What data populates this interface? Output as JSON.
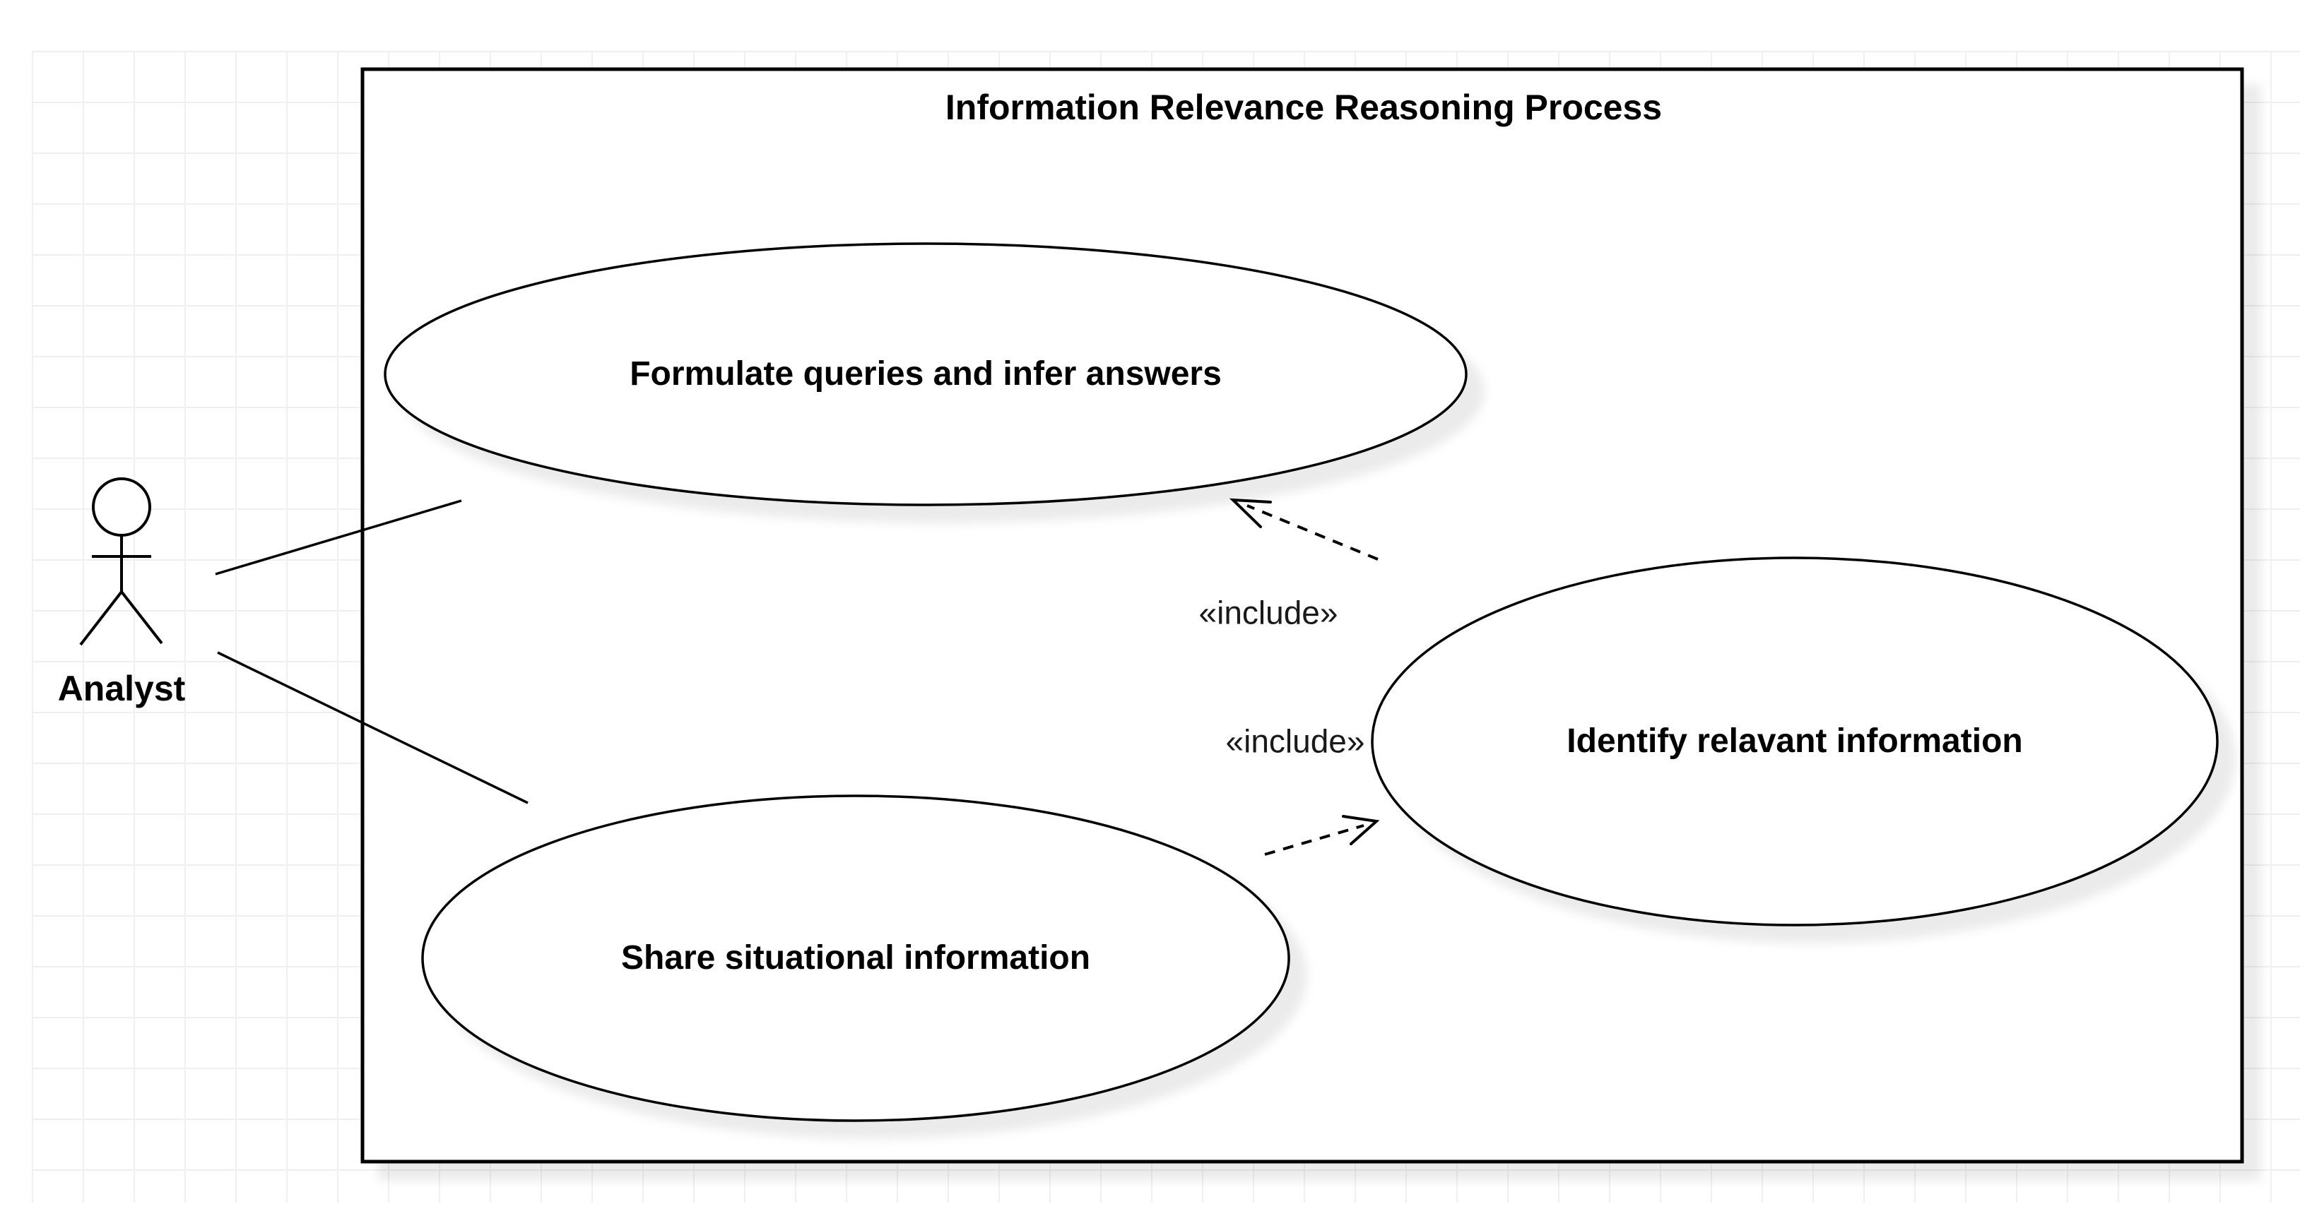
{
  "diagram": {
    "title": "Information Relevance Reasoning Process",
    "actor": {
      "name": "Analyst"
    },
    "use_cases": [
      {
        "id": "uc-formulate",
        "label": "Formulate queries and infer answers"
      },
      {
        "id": "uc-share",
        "label": "Share situational information"
      },
      {
        "id": "uc-identify",
        "label": "Identify relavant information"
      }
    ],
    "relationships": [
      {
        "type": "association",
        "from": "Analyst",
        "to": "uc-formulate",
        "label": ""
      },
      {
        "type": "association",
        "from": "Analyst",
        "to": "uc-share",
        "label": ""
      },
      {
        "type": "include",
        "from": "uc-identify",
        "to": "uc-formulate",
        "label": "«include»"
      },
      {
        "type": "include",
        "from": "uc-identify",
        "to": "uc-share",
        "label": "«include»"
      }
    ],
    "colors": {
      "stroke": "#000000",
      "fill": "#ffffff",
      "grid_line": "#f0f0f0"
    }
  }
}
